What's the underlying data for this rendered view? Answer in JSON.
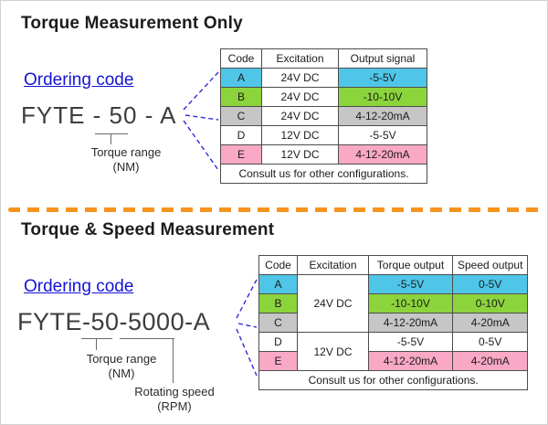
{
  "colors": {
    "cyan": "#4fc6e8",
    "green": "#8cd43c",
    "gray": "#c6c6c6",
    "pink": "#f9a8c5",
    "link_blue": "#1414d6",
    "divider_orange": "#f7941e",
    "connector_blue": "#2d2dd8"
  },
  "section1": {
    "title": "Torque Measurement Only",
    "ordering_code_label": "Ordering code",
    "code_display": "FYTE - 50 - A",
    "torque_range_label": "Torque range",
    "torque_range_unit": "(NM)",
    "table": {
      "headers": [
        "Code",
        "Excitation",
        "Output signal"
      ],
      "rows": [
        {
          "code": "A",
          "excitation": "24V DC",
          "output": "-5-5V",
          "color": "cyan"
        },
        {
          "code": "B",
          "excitation": "24V DC",
          "output": "-10-10V",
          "color": "green"
        },
        {
          "code": "C",
          "excitation": "24V DC",
          "output": "4-12-20mA",
          "color": "gray"
        },
        {
          "code": "D",
          "excitation": "12V DC",
          "output": "-5-5V",
          "color": "white"
        },
        {
          "code": "E",
          "excitation": "12V DC",
          "output": "4-12-20mA",
          "color": "pink"
        }
      ],
      "footer": "Consult us for other configurations."
    }
  },
  "section2": {
    "title": "Torque & Speed Measurement",
    "ordering_code_label": "Ordering code",
    "code_display": "FYTE-50-5000-A",
    "torque_range_label": "Torque range",
    "torque_range_unit": "(NM)",
    "rotating_speed_label": "Rotating speed",
    "rotating_speed_unit": "(RPM)",
    "table": {
      "headers": [
        "Code",
        "Excitation",
        "Torque output",
        "Speed output"
      ],
      "excitation_groups": [
        {
          "label": "24V DC",
          "span": 3
        },
        {
          "label": "12V DC",
          "span": 2
        }
      ],
      "rows": [
        {
          "code": "A",
          "torque_output": "-5-5V",
          "speed_output": "0-5V",
          "color": "cyan"
        },
        {
          "code": "B",
          "torque_output": "-10-10V",
          "speed_output": "0-10V",
          "color": "green"
        },
        {
          "code": "C",
          "torque_output": "4-12-20mA",
          "speed_output": "4-20mA",
          "color": "gray"
        },
        {
          "code": "D",
          "torque_output": "-5-5V",
          "speed_output": "0-5V",
          "color": "white"
        },
        {
          "code": "E",
          "torque_output": "4-12-20mA",
          "speed_output": "4-20mA",
          "color": "pink"
        }
      ],
      "footer": "Consult us for other configurations."
    }
  }
}
